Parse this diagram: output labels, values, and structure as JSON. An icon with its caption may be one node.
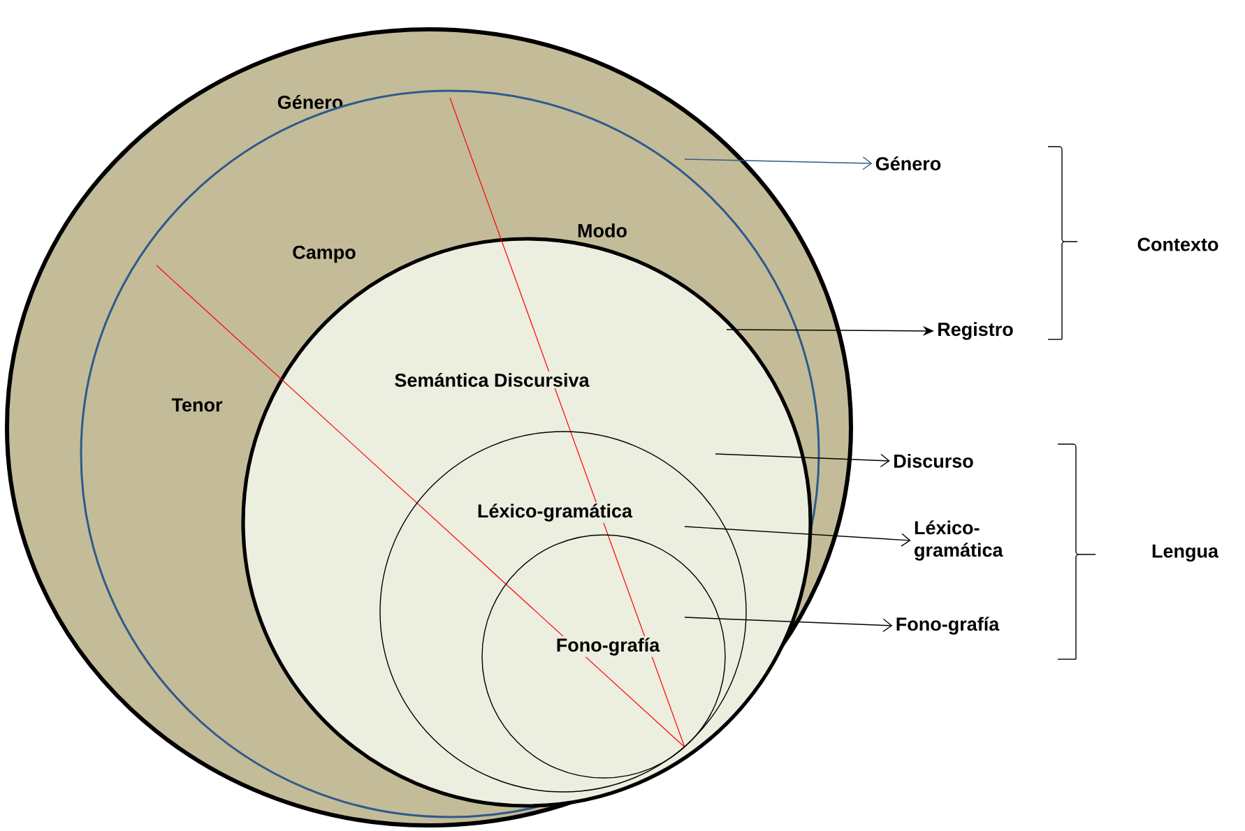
{
  "diagram": {
    "nodes": [
      {
        "text": [
          "Género"
        ]
      },
      {
        "text": [
          "Campo",
          "Modo",
          "Tenor"
        ],
        "in": 0
      },
      {
        "text": [
          "Semántica Discursiva"
        ],
        "in": 1
      },
      {
        "text": [
          "Léxico-gramática"
        ],
        "in": 2
      },
      {
        "text": [
          "Fono-grafía"
        ],
        "in": 3
      },
      {
        "text": [
          "Género"
        ]
      },
      {
        "text": [
          "Registro"
        ]
      },
      {
        "text": [
          "Discurso"
        ]
      },
      {
        "text": [
          "Léxico-gramática"
        ]
      },
      {
        "text": [
          "Fono-grafía"
        ]
      }
    ],
    "edges": [
      {
        "from": 0,
        "to": 5,
        "arrow": "to",
        "color": "#2e5a8c"
      },
      {
        "from": 1,
        "to": 6,
        "arrow": "to"
      },
      {
        "from": 2,
        "to": 7,
        "arrow": "to"
      },
      {
        "from": 3,
        "to": 8,
        "arrow": "to"
      },
      {
        "from": 4,
        "to": 9,
        "arrow": "to"
      }
    ],
    "labels": [
      "Contexto",
      "Lengua"
    ]
  }
}
